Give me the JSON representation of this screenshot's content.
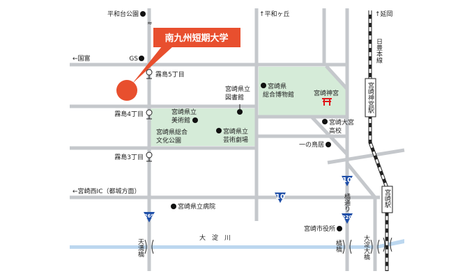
{
  "colors": {
    "accent": "#e84f2e",
    "park": "#d5ebd8",
    "road": "#c5c8cc",
    "river": "#bcd7ef",
    "route": "#1f4fa8",
    "shrine": "#e0161b"
  },
  "university": {
    "name": "南九州短期大学"
  },
  "labels": {
    "heiwadai_park": "平和台公園",
    "heiwagaoka": "↑平和ヶ丘",
    "nobeoka": "↑延岡",
    "kunitomi": "←国富",
    "gs": "GS",
    "kirishima5": "霧島5丁目",
    "kirishima4": "霧島4丁目",
    "kirishima3": "霧島3丁目",
    "library": [
      "宮崎県立",
      "図書館"
    ],
    "art_museum": [
      "宮崎県立",
      "美術館"
    ],
    "culture_park": [
      "宮崎県総合",
      "文化公園"
    ],
    "arts_theater": [
      "宮崎県立",
      "芸術劇場"
    ],
    "museum": [
      "宮崎県",
      "総合博物館"
    ],
    "shrine": "宮崎神宮",
    "omiya_hs": [
      "宮崎大宮",
      "高校"
    ],
    "ichinotorii": "一の鳥居",
    "nippo_line": "日豊本線",
    "jingu_station": "宮崎神宮駅",
    "miyazaki_station": "宮崎駅",
    "miyazaki_nishi_ic": "←宮崎西IC（都城方面）",
    "hospital": "宮崎県立病院",
    "tachibana_dori": "橘通り",
    "city_hall": "宮崎市役所",
    "river": "大　淀　川",
    "tenman_bridge": "天満橋",
    "tachibana_bridge": "橘橋",
    "oyodo_bridge": "大淀大橋"
  },
  "routes": {
    "r10a": "10",
    "r10b": "10",
    "r220": "220",
    "r269": "269"
  },
  "icons": {
    "shrine": "torii-icon",
    "bus_stop": "bus-stop-icon",
    "poi": "dot-icon"
  }
}
